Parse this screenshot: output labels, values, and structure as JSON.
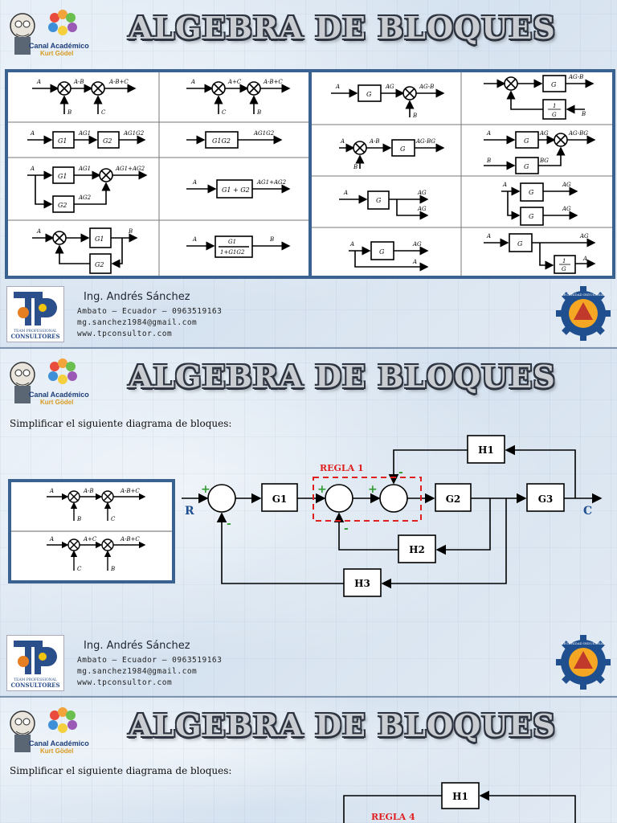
{
  "title": "ALGEBRA DE BLOQUES",
  "logo": {
    "name": "Canal Académico",
    "subname": "Kurt Gödel"
  },
  "footer": {
    "author": "Ing. Andrés Sánchez",
    "location": "Ambato – Ecuador – 0963519163",
    "email": "mg.sanchez1984@gmail.com",
    "website": "www.tpconsultor.com",
    "tp_logo_text": "TEAM PROFESSIONAL",
    "tp_logo_sub": "CONSULTORES",
    "seal_text": "SEGURIDAD INDUSTRIAL"
  },
  "prompt": "Simplificar el siguiente diagrama de bloques:",
  "rules_table": {
    "labels": {
      "A": "A",
      "B": "B",
      "C": "C",
      "G": "G",
      "A_minus_B": "A-B",
      "A_minus_B_plus_C": "A-B+C",
      "A_plus_C": "A+C",
      "AG": "AG",
      "AG_minus_B": "AG-B",
      "AG_minus_BG": "AG-BG",
      "BG": "BG",
      "G1": "G1",
      "G2": "G2",
      "G1G2": "G1G2",
      "AG1": "AG1",
      "AG2": "AG2",
      "AG1G2": "AG1G2",
      "AG1_plus_AG2": "AG1+AG2",
      "G1_plus_G2": "G1 + G2",
      "feedback_den": "1+G1G2",
      "one": "1",
      "A_out": "A"
    }
  },
  "diagram2": {
    "R": "R",
    "C": "C",
    "G1": "G1",
    "G2": "G2",
    "G3": "G3",
    "H1": "H1",
    "H2": "H2",
    "H3": "H3",
    "rule": "REGLA 1",
    "plus": "+",
    "minus": "-"
  },
  "inset2": {
    "A": "A",
    "B": "B",
    "C": "C",
    "AmB": "A-B",
    "AmBpC": "A-B+C",
    "ApC": "A+C"
  },
  "diagram3": {
    "H1": "H1",
    "rule": "REGLA 4"
  }
}
